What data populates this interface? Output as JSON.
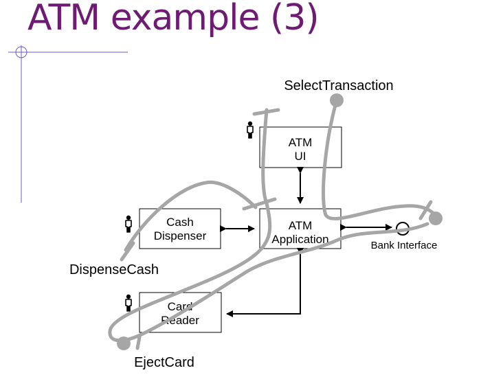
{
  "title": "ATM example (3)",
  "colors": {
    "title": "#6d1b73",
    "decoration": "#6a5acd",
    "path": "#a6a6a6",
    "box_border": "#000000"
  },
  "boxes": {
    "atm_ui": {
      "line1": "ATM",
      "line2": "UI"
    },
    "atm_application": {
      "line1": "ATM",
      "line2": "Application"
    },
    "cash_dispenser": {
      "line1": "Cash",
      "line2": "Dispenser"
    },
    "card_reader": {
      "line1": "Card",
      "line2": "Reader"
    }
  },
  "interface_label": "Bank Interface",
  "paths": {
    "select_transaction": "SelectTransaction",
    "dispense_cash": "DispenseCash",
    "eject_card": "EjectCard"
  },
  "icons": {
    "actor": "actor-icon",
    "interface": "interface-lollipop-icon",
    "path_start": "path-start-dot-icon",
    "path_end": "path-end-bar-icon"
  }
}
